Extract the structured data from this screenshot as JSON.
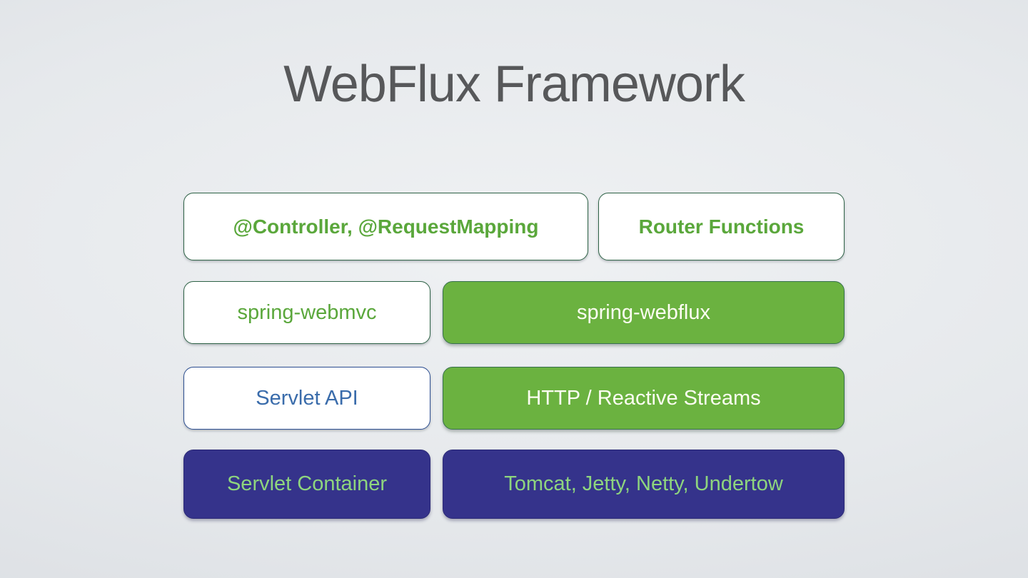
{
  "slide": {
    "title": "WebFlux Framework",
    "diagram": {
      "rows": [
        {
          "cells": [
            {
              "label": "@Controller, @RequestMapping",
              "variant": "outline-green",
              "text_bold": true
            },
            {
              "label": "Router Functions",
              "variant": "outline-green",
              "text_bold": true
            }
          ]
        },
        {
          "cells": [
            {
              "label": "spring-webmvc",
              "variant": "outline-green",
              "text_bold": false
            },
            {
              "label": "spring-webflux",
              "variant": "fill-green",
              "text_bold": false
            }
          ]
        },
        {
          "cells": [
            {
              "label": "Servlet API",
              "variant": "outline-blue",
              "text_bold": false
            },
            {
              "label": "HTTP / Reactive Streams",
              "variant": "fill-green",
              "text_bold": false
            }
          ]
        },
        {
          "cells": [
            {
              "label": "Servlet Container",
              "variant": "fill-indigo",
              "text_bold": false
            },
            {
              "label": "Tomcat, Jetty, Netty, Undertow",
              "variant": "fill-indigo",
              "text_bold": false
            }
          ]
        }
      ]
    },
    "colors": {
      "background_center": "#eff1f3",
      "background_edge": "#d7dadf",
      "title_text": "#57585a",
      "green_fill": "#6bb240",
      "green_fill_text": "#fdfdf2",
      "green_outline_text": "#5aa73b",
      "green_border": "#2f6347",
      "indigo_fill": "#35338b",
      "indigo_fill_text": "#8ed57e",
      "blue_outline_text": "#3a6cab",
      "blue_border": "#2d4f92",
      "white_box": "#ffffff"
    }
  }
}
